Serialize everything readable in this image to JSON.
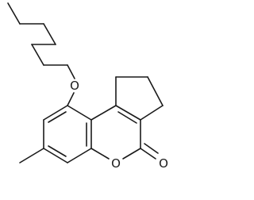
{
  "molecule": {
    "atom_labels": {
      "ether_oxygen": "O",
      "ring_oxygen": "O",
      "carbonyl_oxygen": "O"
    }
  }
}
